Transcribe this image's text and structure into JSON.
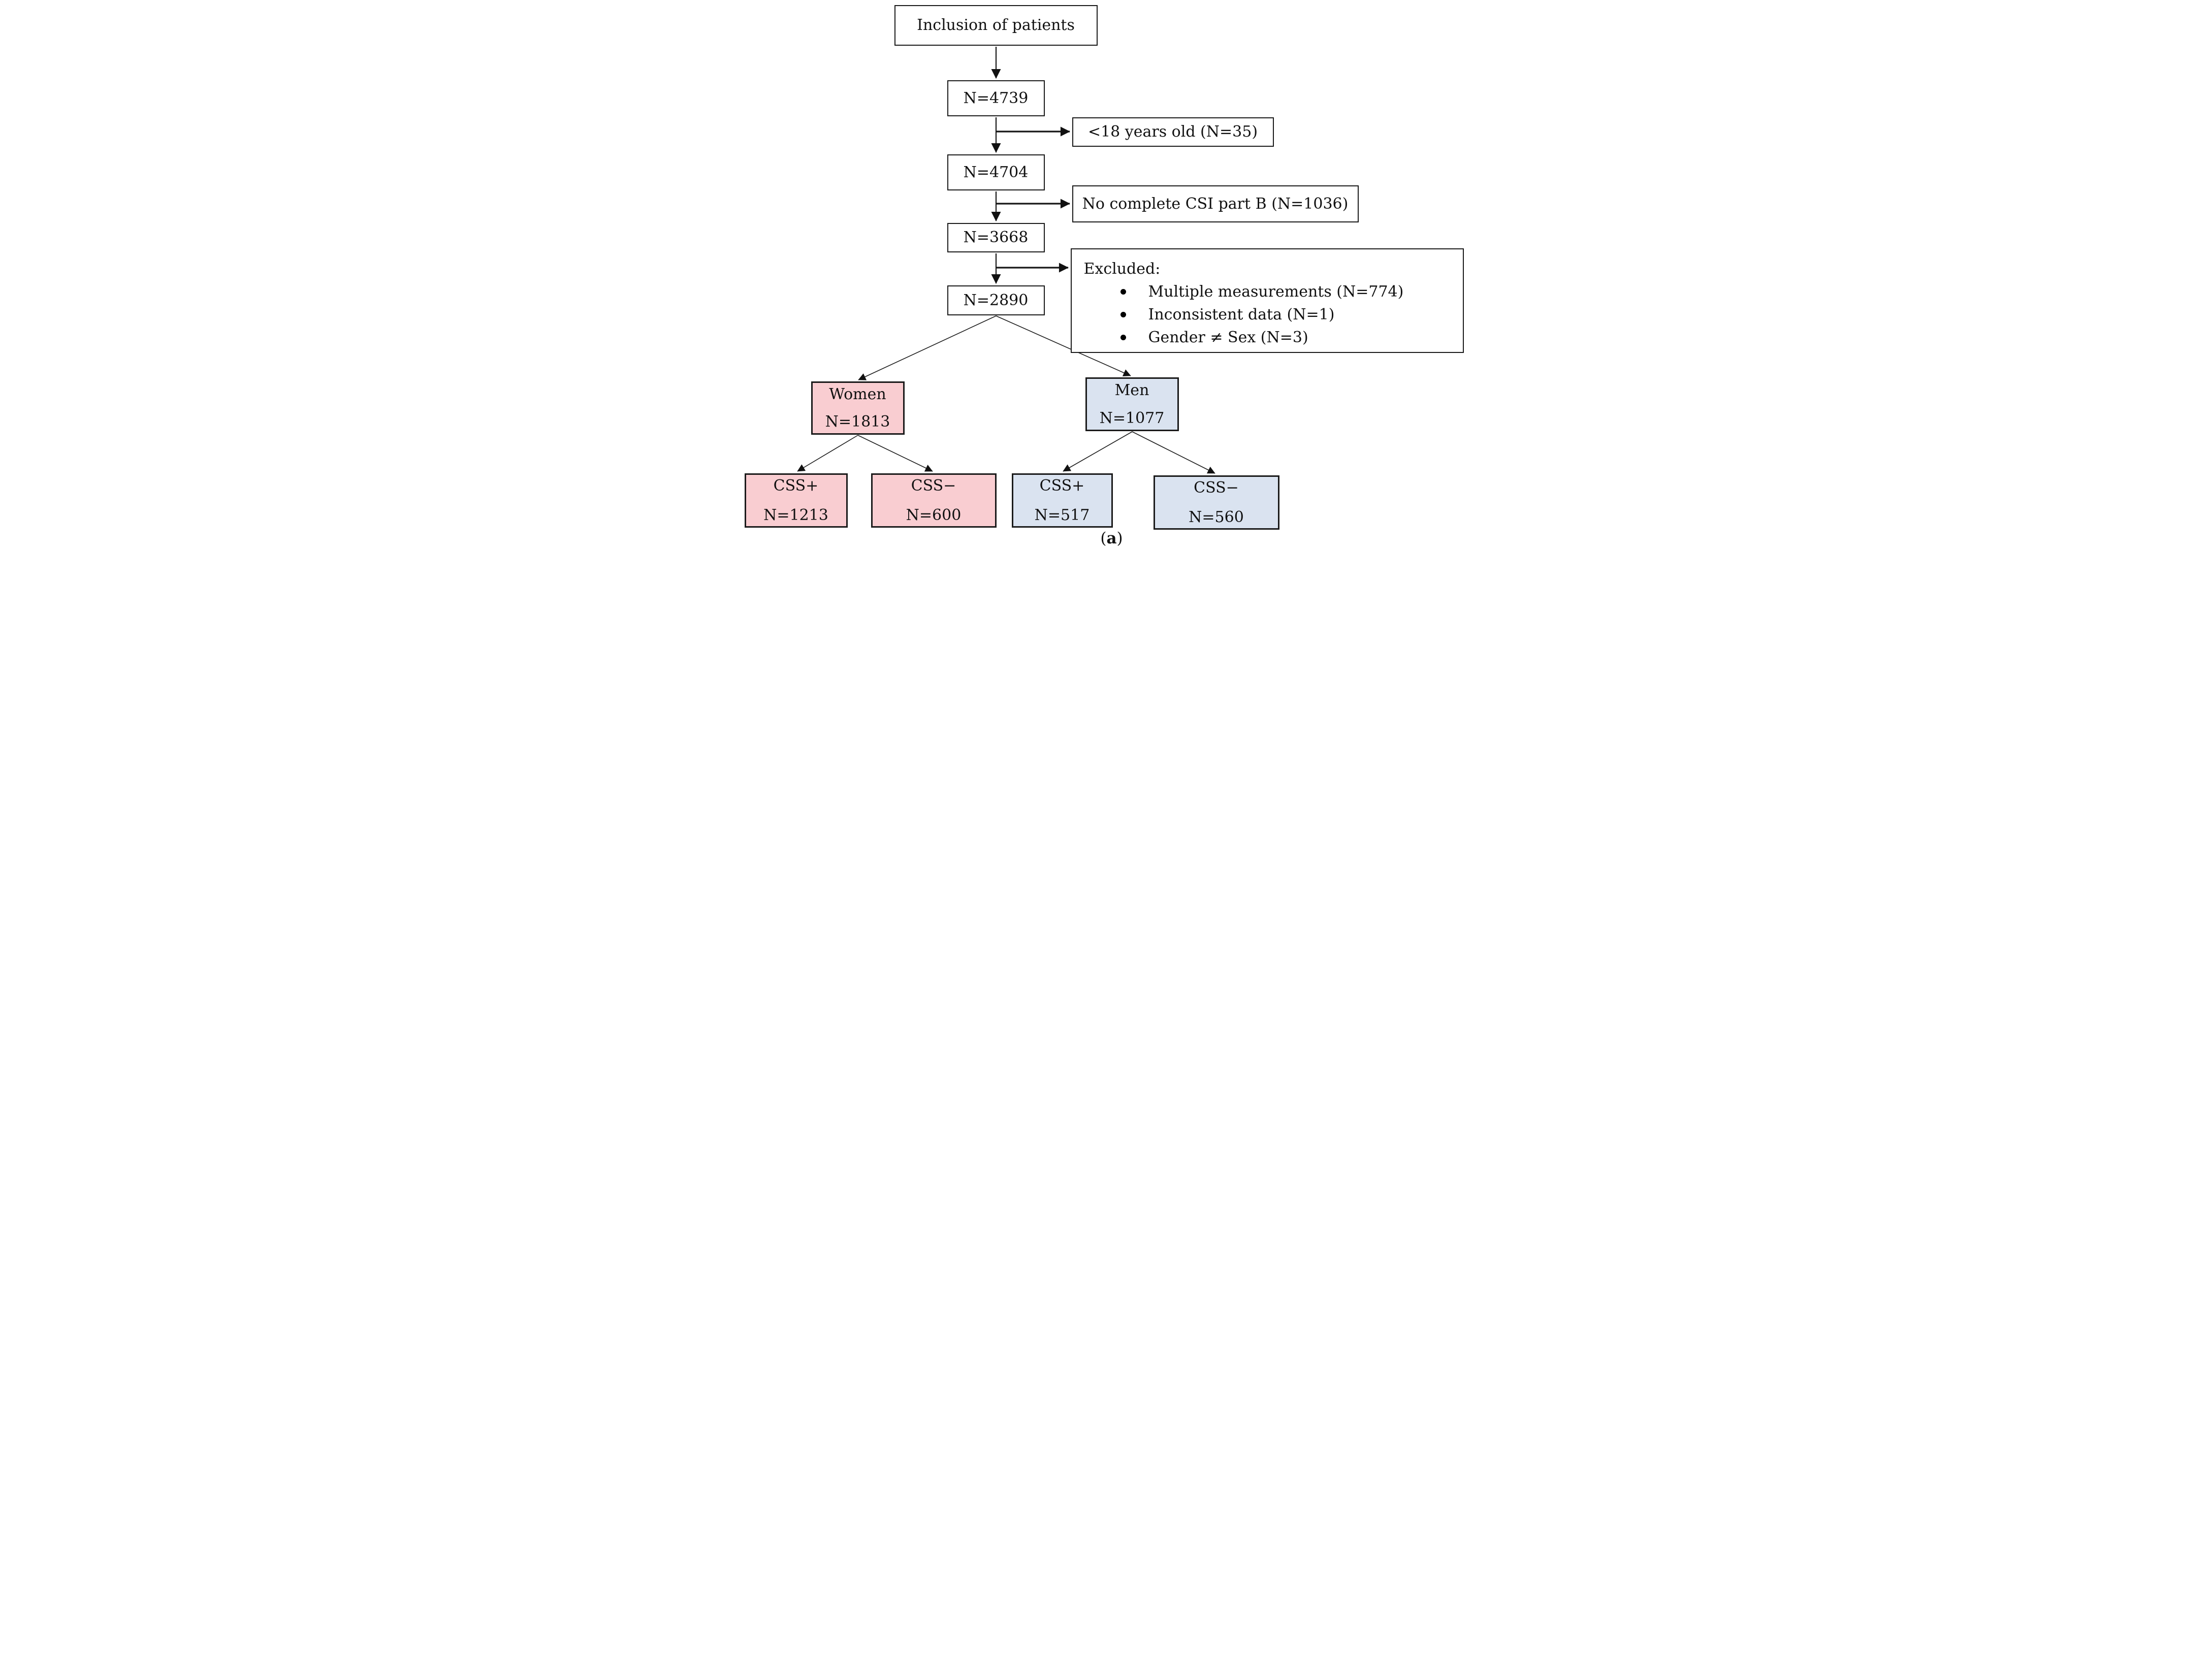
{
  "diagram": {
    "colors": {
      "women_fill": "#f9cdd1",
      "men_fill": "#dae3f0",
      "line": "#161616"
    },
    "nodes": {
      "inclusion": {
        "label": "Inclusion of patients"
      },
      "n4739": {
        "label": "N=4739"
      },
      "under18": {
        "label": "<18 years old (N=35)"
      },
      "n4704": {
        "label": "N=4704"
      },
      "no_csi": {
        "label": "No complete CSI part B (N=1036)"
      },
      "n3668": {
        "label": "N=3668"
      },
      "excluded": {
        "title": "Excluded:",
        "items": [
          "Multiple measurements (N=774)",
          "Inconsistent data (N=1)",
          "Gender ≠ Sex (N=3)"
        ]
      },
      "n2890": {
        "label": "N=2890"
      },
      "women": {
        "label": "Women",
        "sublabel": "N=1813"
      },
      "men": {
        "label": "Men",
        "sublabel": "N=1077"
      },
      "women_css_pos": {
        "label": "CSS+",
        "sublabel": "N=1213"
      },
      "women_css_neg": {
        "label": "CSS−",
        "sublabel": "N=600"
      },
      "men_css_pos": {
        "label": "CSS+",
        "sublabel": "N=517"
      },
      "men_css_neg": {
        "label": "CSS−",
        "sublabel": "N=560"
      }
    },
    "caption": {
      "open": "(",
      "letter": "a",
      "close": ")"
    }
  }
}
